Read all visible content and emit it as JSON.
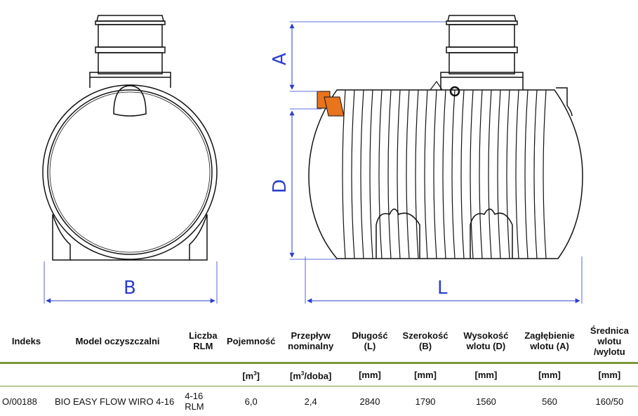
{
  "diagram": {
    "labels": {
      "A": "A",
      "B": "B",
      "D": "D",
      "L": "L"
    },
    "colors": {
      "dimension": "#2b3fd0",
      "outlet": "#e8741c",
      "outline": "#111111"
    }
  },
  "table": {
    "headers": [
      "Indeks",
      "Model oczyszczalni",
      "Liczba RLM",
      "Pojemność",
      "Przepływ nominalny",
      "Długość (L)",
      "Szerokość (B)",
      "Wysokość wlotu (D)",
      "Zagłębienie wlotu (A)",
      "Średnica wlotu /wylotu"
    ],
    "units": {
      "capacity": "[m",
      "capacity_sup": "3",
      "capacity_end": "]",
      "flow": "[m",
      "flow_sup": "3",
      "flow_end": "/doba]",
      "mm": "[mm]"
    },
    "row": {
      "indeks": "O/00188",
      "model": "BIO EASY FLOW WIRO 4-16",
      "rlm": "4-16 RLM",
      "capacity": "6,0",
      "flow": "2,4",
      "length": "2840",
      "width": "1790",
      "inlet_height": "1560",
      "inlet_depth": "560",
      "diameter": "160/50"
    },
    "accent_color": "#7a9a3a"
  }
}
